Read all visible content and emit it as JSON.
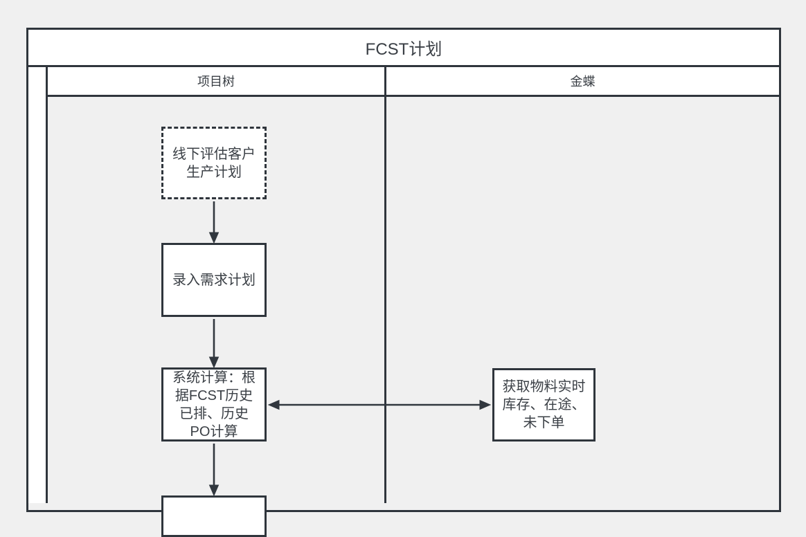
{
  "diagram": {
    "title": "FCST计划",
    "lanes": [
      {
        "label": "项目树"
      },
      {
        "label": "金蝶"
      }
    ],
    "nodes": [
      {
        "id": "offline-eval-plan",
        "label": "线下评估客户\n生产计划",
        "style": "dashed",
        "lane": "项目树"
      },
      {
        "id": "enter-demand-plan",
        "label": "录入需求计划",
        "style": "solid",
        "lane": "项目树"
      },
      {
        "id": "system-calculation",
        "label": "系统计算：根\n据FCST历史\n已排、历史\nPO计算",
        "style": "solid",
        "lane": "项目树"
      },
      {
        "id": "fetch-material-stock",
        "label": "获取物料实时\n库存、在途、\n未下单",
        "style": "solid",
        "lane": "金蝶"
      },
      {
        "id": "next-step-partial",
        "label": "",
        "style": "solid",
        "lane": "项目树"
      }
    ],
    "edges": [
      {
        "from": "offline-eval-plan",
        "to": "enter-demand-plan",
        "direction": "down"
      },
      {
        "from": "enter-demand-plan",
        "to": "system-calculation",
        "direction": "down"
      },
      {
        "from": "system-calculation",
        "to": "fetch-material-stock",
        "direction": "both"
      },
      {
        "from": "system-calculation",
        "to": "next-step-partial",
        "direction": "down"
      }
    ],
    "colors": {
      "background": "#f0f0f0",
      "node_fill": "#ffffff",
      "stroke": "#2f353c",
      "text": "#3a3f45"
    }
  }
}
